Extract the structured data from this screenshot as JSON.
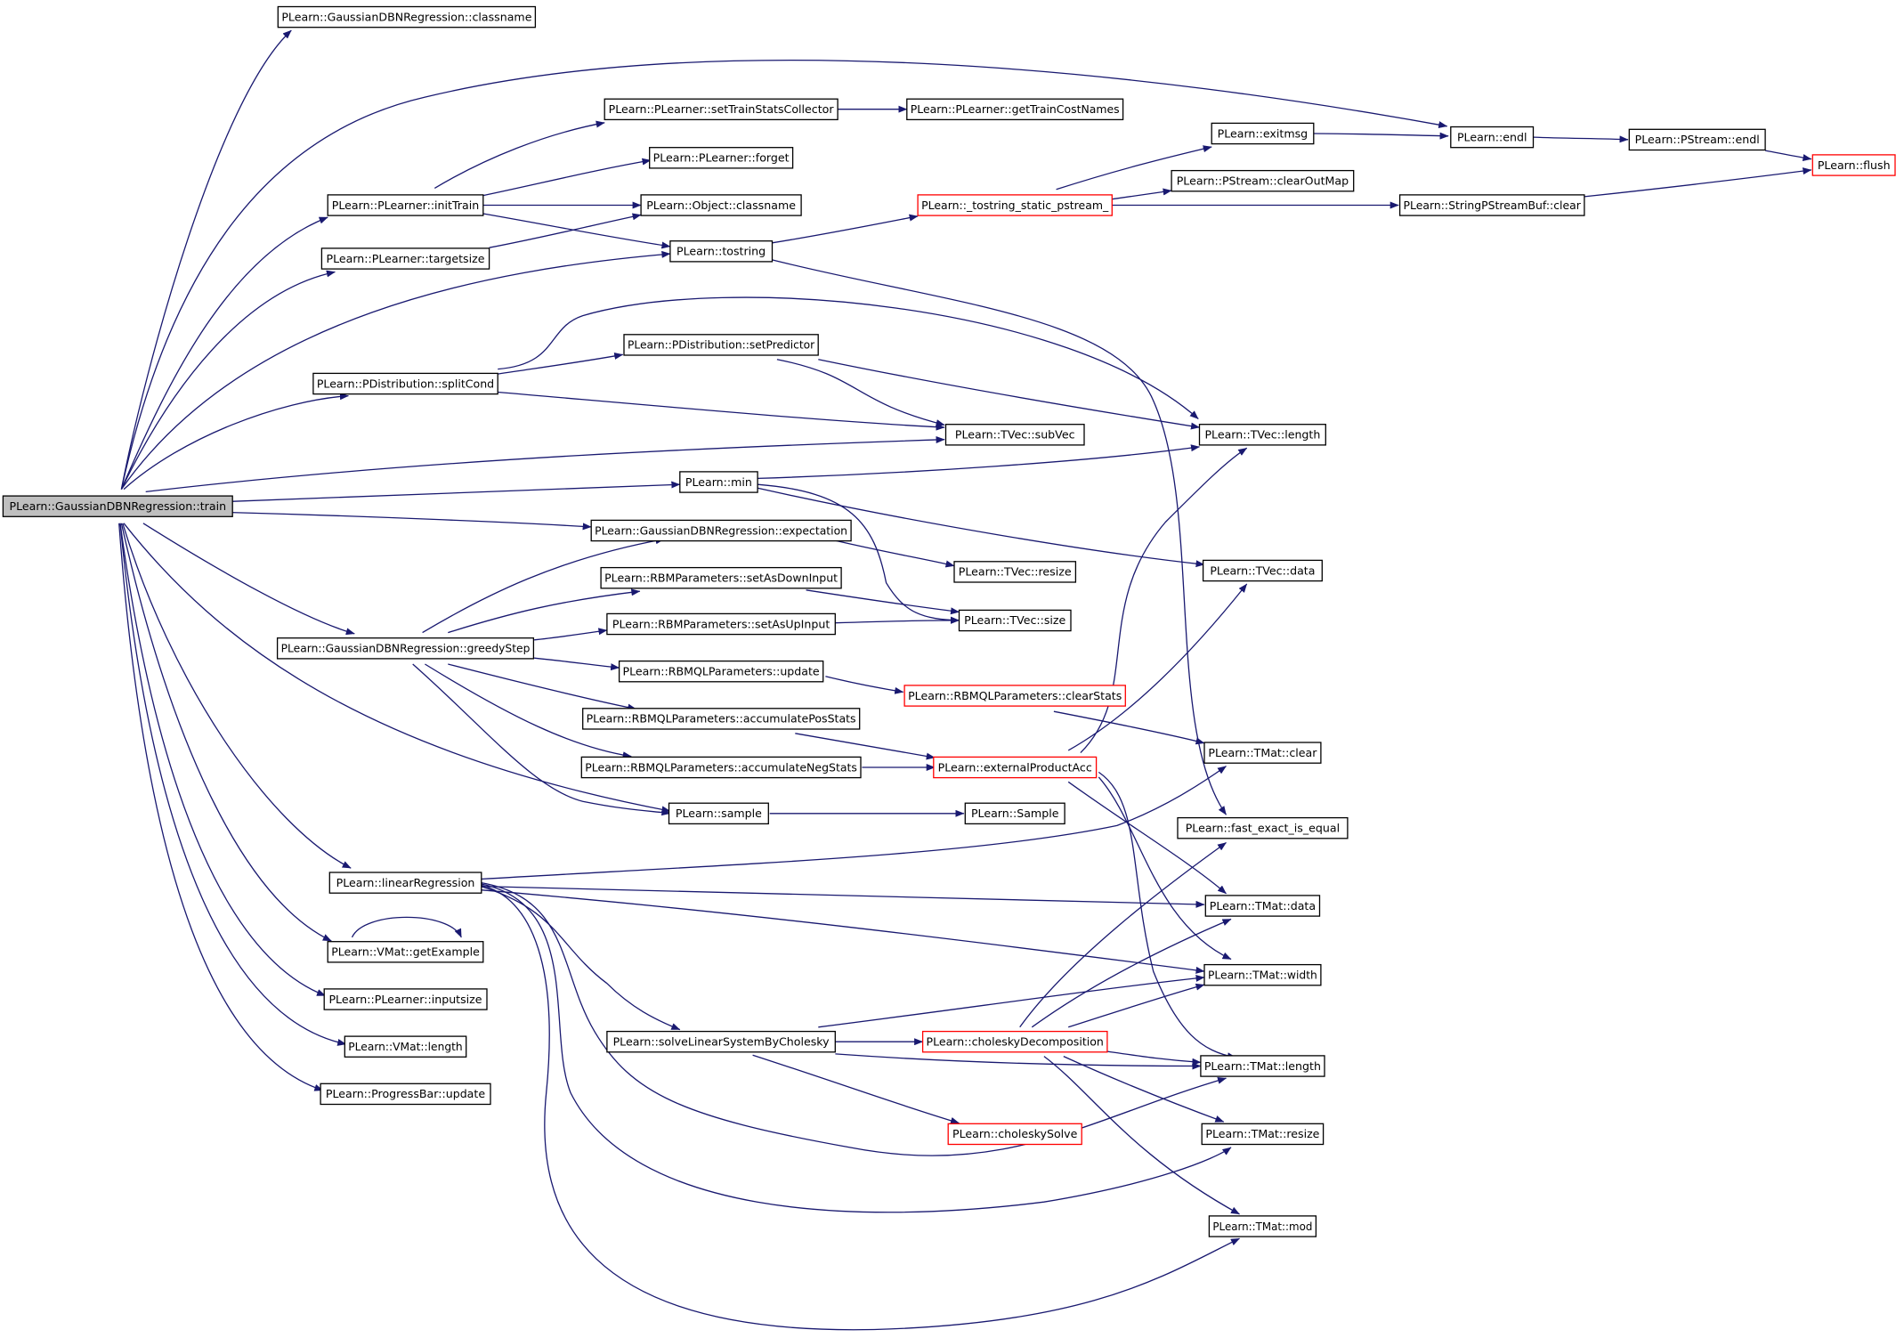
{
  "colors": {
    "edge": "#191970",
    "node_border": "#000000",
    "node_border_truncated": "#ff0000",
    "node_fill": "#ffffff",
    "root_fill": "#bfbfbf"
  },
  "nodes": {
    "train": "PLearn::GaussianDBNRegression::train",
    "gdbn_classname": "PLearn::GaussianDBNRegression::classname",
    "endl": "PLearn::endl",
    "initTrain": "PLearn::PLearner::initTrain",
    "targetsize": "PLearn::PLearner::targetsize",
    "tostring": "PLearn::tostring",
    "splitCond": "PLearn::PDistribution::splitCond",
    "subVec": "PLearn::TVec::subVec",
    "min": "PLearn::min",
    "expectation": "PLearn::GaussianDBNRegression::expectation",
    "greedyStep": "PLearn::GaussianDBNRegression::greedyStep",
    "sample": "PLearn::sample",
    "linearRegression": "PLearn::linearRegression",
    "getExample": "PLearn::VMat::getExample",
    "inputsize": "PLearn::PLearner::inputsize",
    "vmat_length": "PLearn::VMat::length",
    "pb_update": "PLearn::ProgressBar::update",
    "setTrainStatsCollector": "PLearn::PLearner::setTrainStatsCollector",
    "forget": "PLearn::PLearner::forget",
    "obj_classname": "PLearn::Object::classname",
    "getTrainCostNames": "PLearn::PLearner::getTrainCostNames",
    "exitmsg": "PLearn::exitmsg",
    "tostring_static": "PLearn::_tostring_static_pstream_",
    "clearOutMap": "PLearn::PStream::clearOutMap",
    "sps_clear": "PLearn::StringPStreamBuf::clear",
    "pstream_endl": "PLearn::PStream::endl",
    "flush": "PLearn::flush",
    "setPredictor": "PLearn::PDistribution::setPredictor",
    "tvec_length": "PLearn::TVec::length",
    "tvec_resize": "PLearn::TVec::resize",
    "tvec_data": "PLearn::TVec::data",
    "tvec_size": "PLearn::TVec::size",
    "setAsDownInput": "PLearn::RBMParameters::setAsDownInput",
    "setAsUpInput": "PLearn::RBMParameters::setAsUpInput",
    "rbmql_update": "PLearn::RBMQLParameters::update",
    "accPos": "PLearn::RBMQLParameters::accumulatePosStats",
    "accNeg": "PLearn::RBMQLParameters::accumulateNegStats",
    "clearStats": "PLearn::RBMQLParameters::clearStats",
    "externalProductAcc": "PLearn::externalProductAcc",
    "Sample": "PLearn::Sample",
    "tmat_clear": "PLearn::TMat::clear",
    "fast_exact": "PLearn::fast_exact_is_equal",
    "tmat_data": "PLearn::TMat::data",
    "tmat_width": "PLearn::TMat::width",
    "solveLSByCholesky": "PLearn::solveLinearSystemByCholesky",
    "choleskyDecomposition": "PLearn::choleskyDecomposition",
    "tmat_length": "PLearn::TMat::length",
    "choleskySolve": "PLearn::choleskySolve",
    "tmat_resize": "PLearn::TMat::resize",
    "tmat_mod": "PLearn::TMat::mod"
  }
}
